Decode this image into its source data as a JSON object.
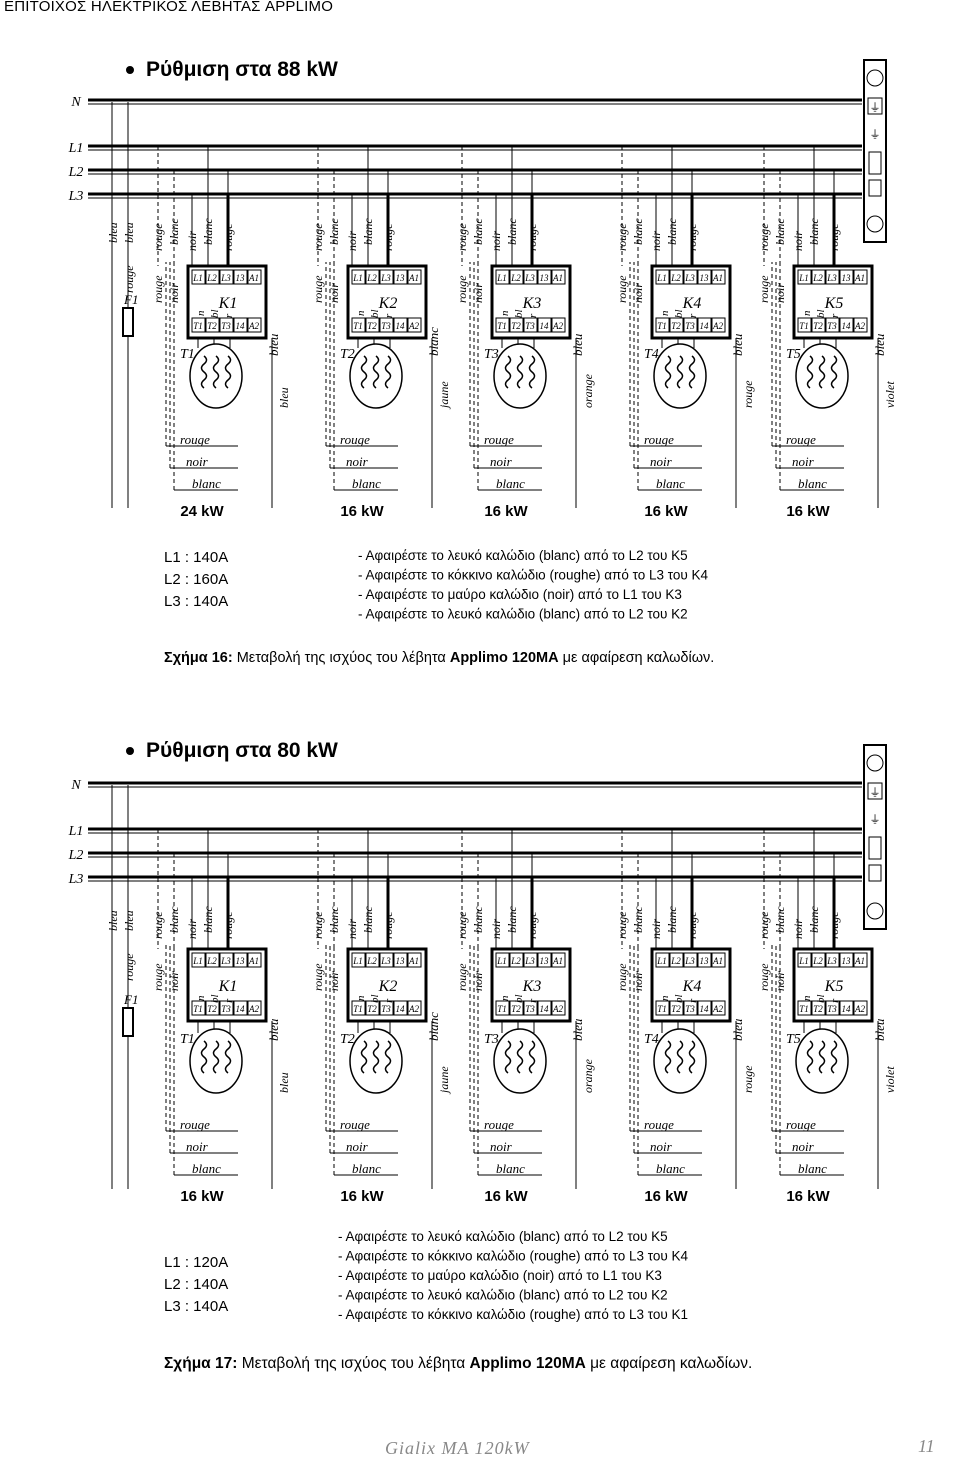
{
  "header": {
    "title": "ΕΠΙΤΟΙΧΟΣ ΗΛΕΚΤΡΙΚΟΣ ΛΕΒΗΤΑΣ APPLIMO"
  },
  "bus_labels": [
    "N",
    "L1",
    "L2",
    "L3"
  ],
  "terminal_top": [
    "L1",
    "L2",
    "L3",
    "13",
    "A1"
  ],
  "terminal_bot": [
    "T1",
    "T2",
    "T3",
    "14",
    "A2"
  ],
  "contactors": [
    "K1",
    "K2",
    "K3",
    "K4",
    "K5"
  ],
  "elements": [
    "T1",
    "T2",
    "T3",
    "T4",
    "T5"
  ],
  "element_wires": {
    "n": "n",
    "bl": "bl",
    "r": "r"
  },
  "fuse_label": "F1",
  "group_wire_labels": [
    "rouge",
    "blanc",
    "noir",
    "blanc",
    "rouge"
  ],
  "feed_labels": [
    "rouge",
    "noir"
  ],
  "left_labels": [
    "bleu",
    "bleu",
    "rouge"
  ],
  "loop_labels": [
    "rouge",
    "noir",
    "blanc"
  ],
  "right_labels": [
    "bleu",
    "bleu",
    "blanc",
    "jaune",
    "bleu",
    "orange",
    "bleu",
    "rouge",
    "bleu",
    "violet"
  ],
  "figure16": {
    "title": "Ρύθμιση στα 88 kW",
    "powers": [
      "24 kW",
      "16 kW",
      "16 kW",
      "16 kW",
      "16 kW"
    ],
    "currents": [
      "L1 : 140A",
      "L2 : 160A",
      "L3 : 140A"
    ],
    "notes": [
      "- Αφαιρέστε το λευκό καλώδιο (blanc) από  το L2 του K5",
      "- Αφαιρέστε το κόκκινο καλώδιο (roughe) από  το L3 του K4",
      "- Αφαιρέστε το μαύρο καλώδιο (noir) από  το L1 του K3",
      "- Αφαιρέστε το λευκό καλώδιο (blanc) από  το L2 του K2"
    ],
    "caption_bold": "Σχήμα 16:",
    "caption_text": " Μεταβολή της ισχύος του λέβητα ",
    "caption_model": "Applimo 120MA",
    "caption_end": " με αφαίρεση καλωδίων."
  },
  "figure17": {
    "title": "Ρύθμιση στα 80 kW",
    "powers": [
      "16 kW",
      "16 kW",
      "16 kW",
      "16 kW",
      "16 kW"
    ],
    "currents": [
      "L1 : 120A",
      "L2 : 140A",
      "L3 : 140A"
    ],
    "notes": [
      "- Αφαιρέστε το λευκό καλώδιο (blanc) από  το L2 του K5",
      "- Αφαιρέστε το κόκκινο καλώδιο (roughe) από  το L3 του K4",
      "- Αφαιρέστε το μαύρο καλώδιο (noir) από  το L1 του K3",
      "- Αφαιρέστε το λευκό καλώδιο (blanc) από  το L2 του K2",
      "- Αφαιρέστε το κόκκινο καλώδιο (roughe) από  το L3 του K1"
    ],
    "caption_bold": "Σχήμα 17:",
    "caption_text": " Μεταβολή της ισχύος του λέβητα ",
    "caption_model": "Applimo 120MA",
    "caption_end": "  με αφαίρεση καλωδίων."
  },
  "footer": {
    "left": "Gialix  MA 120kW",
    "page": "11"
  }
}
